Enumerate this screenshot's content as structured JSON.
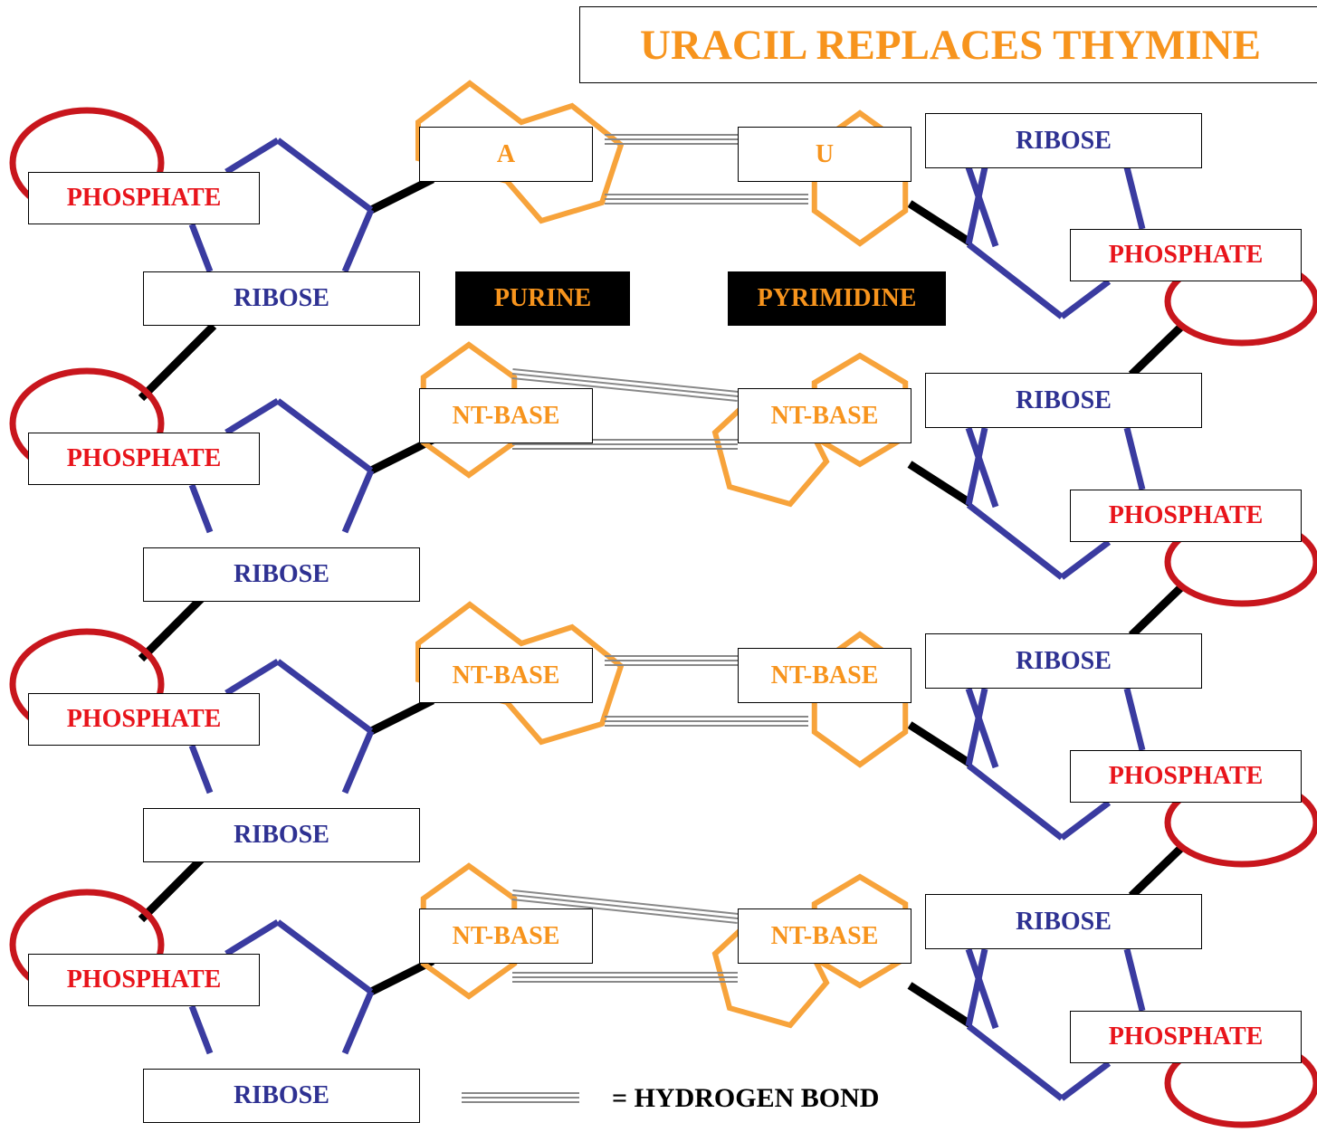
{
  "colors": {
    "title": "#f7941d",
    "phosphate_text": "#e8141b",
    "ribose_text": "#2e3192",
    "base_text": "#f7941d",
    "phosphate_ring": "#c8161d",
    "ribose_line": "#3a3ba0",
    "base_ring": "#f7a33b",
    "backbone": "#000000",
    "hbond": "#888888"
  },
  "title": "URACIL REPLACES THYMINE",
  "left_strand": {
    "phosphates": [
      "PHOSPHATE",
      "PHOSPHATE",
      "PHOSPHATE",
      "PHOSPHATE"
    ],
    "riboses": [
      "RIBOSE",
      "RIBOSE",
      "RIBOSE",
      "RIBOSE"
    ]
  },
  "right_strand": {
    "riboses": [
      "RIBOSE",
      "RIBOSE",
      "RIBOSE",
      "RIBOSE"
    ],
    "phosphates": [
      "PHOSPHATE",
      "PHOSPHATE",
      "PHOSPHATE",
      "PHOSPHATE"
    ]
  },
  "base_pairs": [
    {
      "left": "A",
      "right": "U"
    },
    {
      "left": "NT-BASE",
      "right": "NT-BASE"
    },
    {
      "left": "NT-BASE",
      "right": "NT-BASE"
    },
    {
      "left": "NT-BASE",
      "right": "NT-BASE"
    }
  ],
  "type_labels": {
    "purine": "PURINE",
    "pyrimidine": "PYRIMIDINE"
  },
  "legend": {
    "label": "= HYDROGEN BOND",
    "icon": "hydrogen-bond-icon"
  }
}
